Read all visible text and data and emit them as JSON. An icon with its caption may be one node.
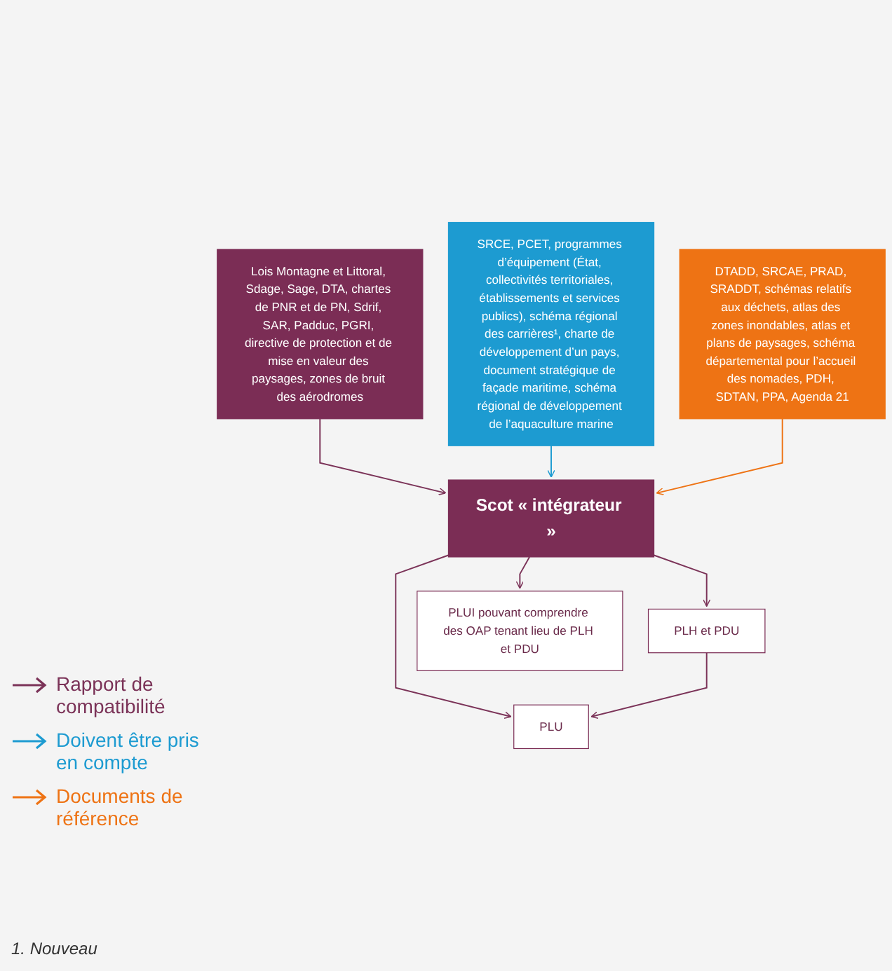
{
  "diagram": {
    "nodes": [
      {
        "text": [
          "Lois Montagne et Littoral, Sdage, Sage, DTA, chartes de PNR et de PN, Sdrif, SAR, Padduc, PGRI, directive de protection et de mise en valeur des paysages, zones de bruit des aérodromes"
        ]
      },
      {
        "text": [
          "SRCE, PCET, programmes d’équipement (État, collectivités territoriales, établissements et services publics), schéma régional des carrières¹, charte de développement d’un pays, document stratégique de façade maritime, schéma régional de développement de l’aquaculture marine"
        ]
      },
      {
        "text": [
          "DTADD, SRCAE, PRAD, SRADDT, schémas relatifs aux déchets, atlas des zones inondables, atlas et plans de paysages, schéma départemental pour l’accueil des nomades, PDH, SDTAN, PPA, Agenda 21"
        ]
      },
      {
        "text": [
          "Scot « intégrateur »"
        ]
      },
      {
        "text": [
          "PLH et PDU"
        ]
      },
      {
        "text": [
          "PLU"
        ]
      },
      {
        "text": [
          "PLUI pouvant comprendre des OAP tenant lieu de PLH et PDU"
        ]
      }
    ],
    "edges": [
      {
        "from": 0,
        "to": 3,
        "arrow": "to"
      },
      {
        "from": 1,
        "to": 3,
        "arrow": "to",
        "color": "#1d9bd1"
      },
      {
        "from": 2,
        "to": 3,
        "arrow": "to",
        "color": "#ee7314"
      },
      {
        "from": 3,
        "to": 4,
        "arrow": "to"
      },
      {
        "from": 3,
        "to": 5,
        "arrow": "to"
      },
      {
        "from": 3,
        "to": 6,
        "arrow": "to"
      },
      {
        "from": 4,
        "to": 5,
        "arrow": "to"
      }
    ],
    "labels": [
      "1. Nouveau"
    ],
    "legend": [
      {
        "text": "Rapport de compatibilité",
        "color": "#7b3358"
      },
      {
        "text": "Doivent être pris en compte",
        "color": "#1d9bd1"
      },
      {
        "text": "Documents de référence",
        "color": "#ee7314"
      }
    ]
  }
}
